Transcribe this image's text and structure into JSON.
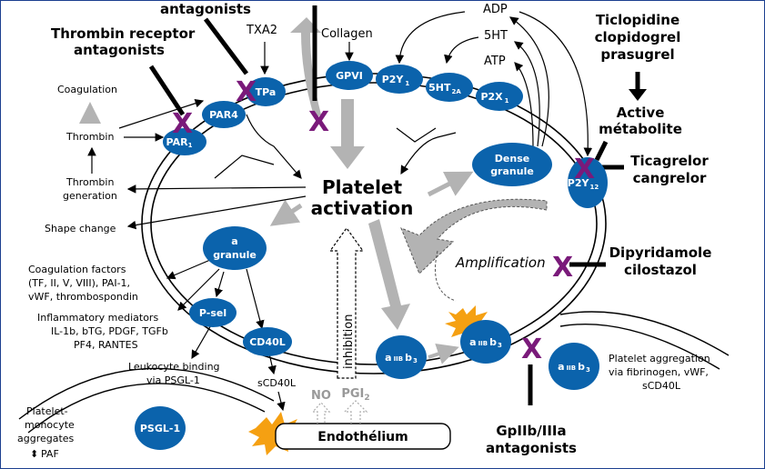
{
  "center": {
    "line1": "Platelet",
    "line2": "activation"
  },
  "receptors": {
    "tpa": "TPa",
    "par4": "PAR4",
    "par1": "PAR",
    "par1_sub": "1",
    "gpvi": "GPVI",
    "p2y1": "P2Y",
    "p2y1_sub": "1",
    "ht2a": "5HT",
    "ht2a_sub": "2A",
    "p2x1": "P2X",
    "p2x1_sub": "1",
    "p2y12": "P2Y",
    "p2y12_sub": "12",
    "dense1": "Dense",
    "dense2": "granule",
    "agran1": "a",
    "agran2": "granule",
    "psel": "P-sel",
    "cd40l": "CD40L",
    "gp1": "a",
    "gp1_mid": "IIB",
    "gp1_end": "b",
    "gp1_sub": "3",
    "gp2": "a",
    "gp2_mid": "IIB",
    "gp2_end": "b",
    "gp2_sub": "3",
    "gp3": "a",
    "gp3_mid": "IIB",
    "gp3_end": "b",
    "gp3_sub": "3",
    "psgl": "PSGL-1"
  },
  "agonists": {
    "txa2": "TXA2",
    "collagen": "Collagen",
    "adp": "ADP",
    "ht5": "5HT",
    "atp": "ATP"
  },
  "drugs": {
    "antagonists_top": "antagonists",
    "thrombin_rec_1": "Thrombin receptor",
    "thrombin_rec_2": "antagonists",
    "ticlo_1": "Ticlopidine",
    "ticlo_2": "clopidogrel",
    "ticlo_3": "prasugrel",
    "active_1": "Active",
    "active_2": "métabolite",
    "ticag_1": "Ticagrelor",
    "ticag_2": "cangrelor",
    "dipy_1": "Dipyridamole",
    "dipy_2": "cilostazol",
    "gp_ant_1": "GpIIb/IIIa",
    "gp_ant_2": "antagonists"
  },
  "left": {
    "coagulation": "Coagulation",
    "thrombin": "Thrombin",
    "thrombin_gen_1": "Thrombin",
    "thrombin_gen_2": "generation",
    "shape_change": "Shape change",
    "coag_f_1": "Coagulation factors",
    "coag_f_2": "(TF, II, V, VIII), PAI-1,",
    "coag_f_3": "vWF, thrombospondin",
    "inflam_1": "Inflammatory mediators",
    "inflam_2": "IL-1b, bTG, PDGF, TGFb",
    "inflam_3": "PF4, RANTES",
    "leuko_1": "Leukocyte binding",
    "leuko_2": "via PSGL-1",
    "scd40l": "sCD40L",
    "mono_1": "Platelet-",
    "mono_2": "monocyte",
    "mono_3": "aggregates",
    "mono_4": "PAF"
  },
  "bottom": {
    "no": "NO",
    "pgi": "PGI",
    "pgi_sub": "2",
    "endothelium": "Endothélium",
    "inhibition": "inhibition",
    "amplification": "Amplification",
    "agg_1": "Platelet aggregation",
    "agg_2": "via fibrinogen, vWF,",
    "agg_3": "sCD40L"
  },
  "colors": {
    "node": "#0b63ac",
    "xmark": "#7a1a7a",
    "gray_arrow": "#b3b3b3",
    "burst": "#f5a012"
  }
}
